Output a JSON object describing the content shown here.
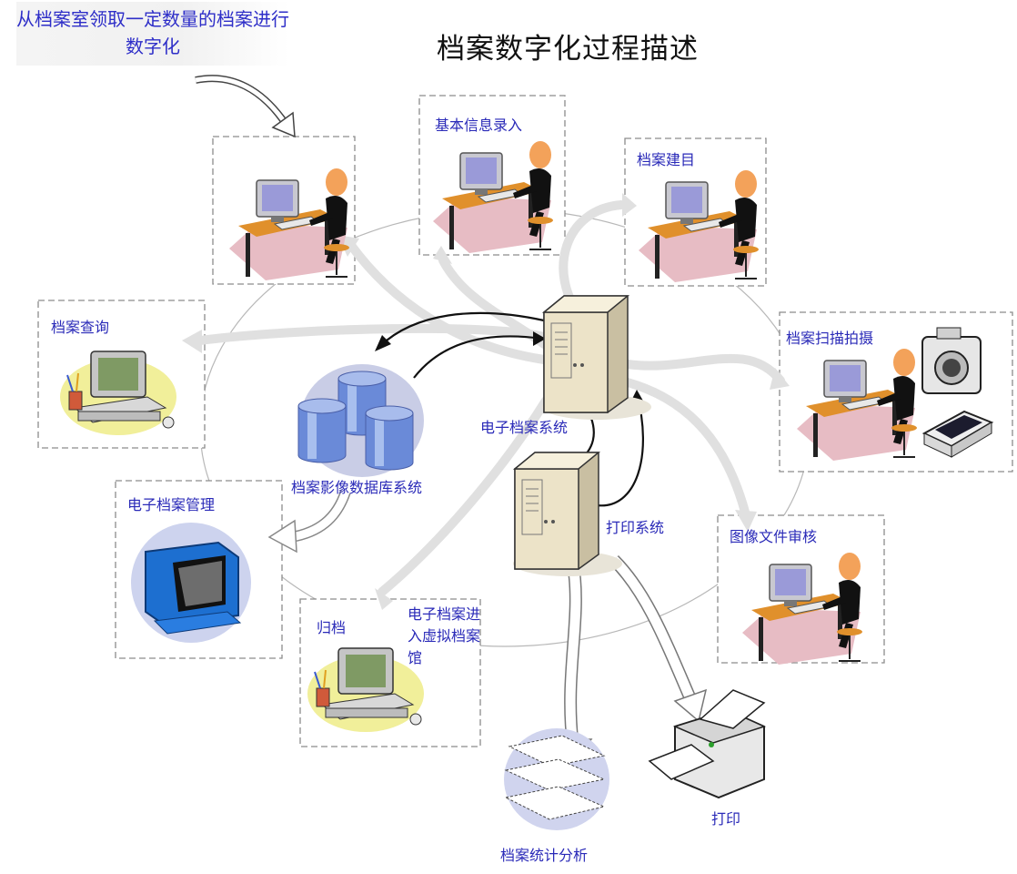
{
  "title": "档案数字化过程描述",
  "note": "从档案室领取一定数量的档案进行数字化",
  "boxes": {
    "basic_info": "基本信息录入",
    "build_catalog": "档案建目",
    "scan": "档案扫描拍摄",
    "query": "档案查询",
    "mgmt": "电子档案管理",
    "review": "图像文件审核",
    "archive": "归档",
    "virtual": "电子档案进入虚拟档案馆"
  },
  "labels": {
    "eas": "电子档案系统",
    "db": "档案影像数据库系统",
    "print_sys": "打印系统",
    "print": "打印",
    "stats": "档案统计分析"
  },
  "colors": {
    "label": "#2a2ab8",
    "box_border": "#8c8c8c",
    "arrow_fill": "#e0e0e0",
    "server_body": "#e9e0c6",
    "db_blob": "#c9cde6"
  }
}
